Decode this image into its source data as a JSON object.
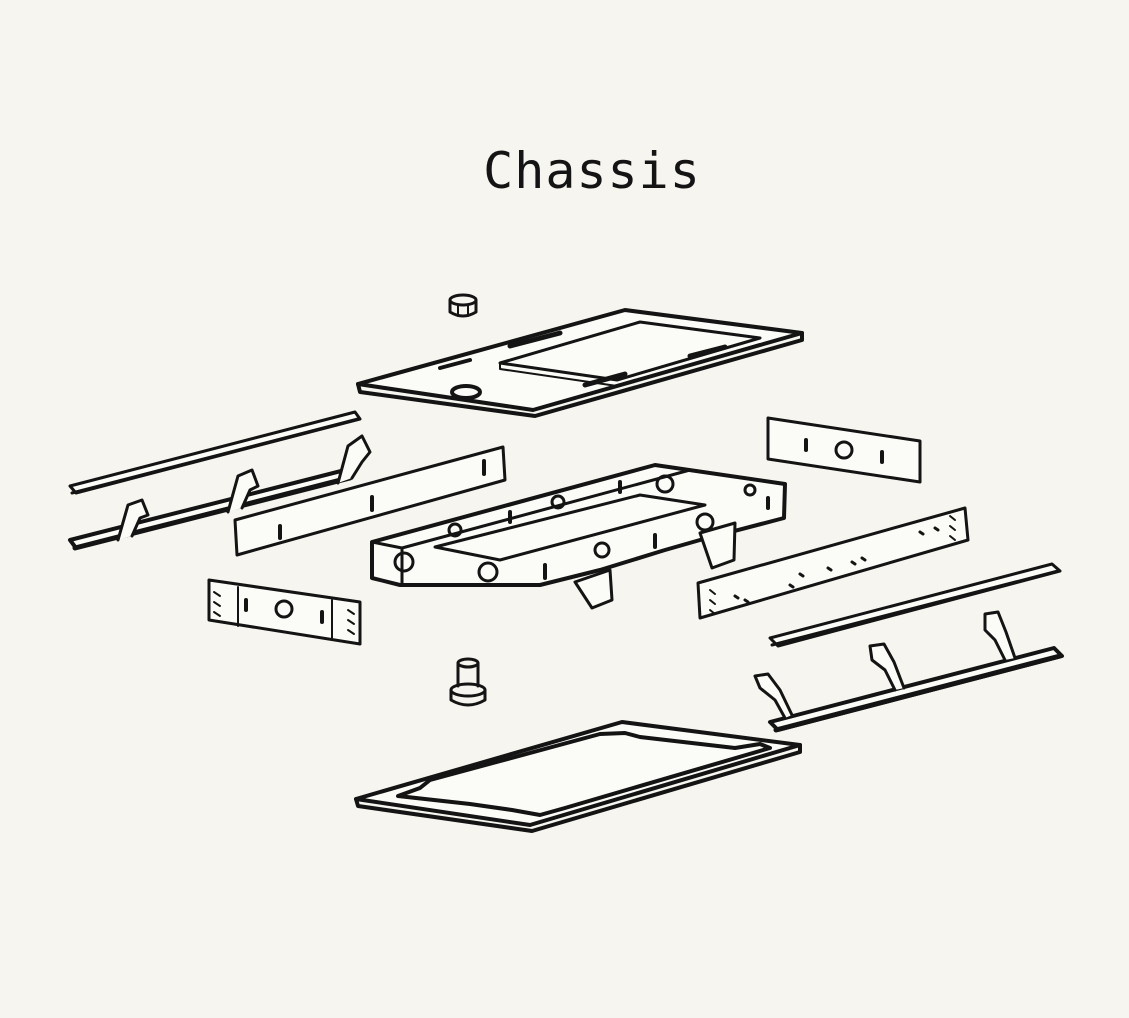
{
  "diagram": {
    "title": "Chassis",
    "colors": {
      "ink": "#141414",
      "paper": "#f6f5f0"
    },
    "parts": [
      "top-cover-plate",
      "nut",
      "left-skid-rail",
      "left-bracket-rail",
      "left-side-plate",
      "main-frame",
      "front-end-plate",
      "rear-end-plate",
      "right-side-plate",
      "right-skid-rail",
      "right-bracket-rail",
      "bolt",
      "bottom-base-plate"
    ]
  }
}
